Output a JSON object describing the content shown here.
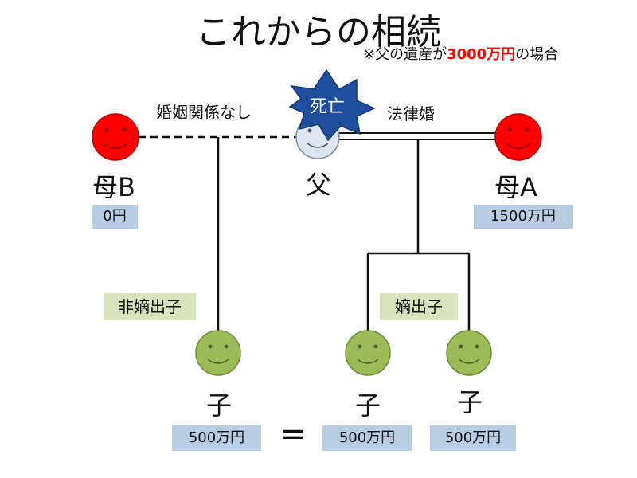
{
  "title": "これからの相続",
  "note": {
    "prefix": "※父の遺産が",
    "amount": "3000万円",
    "suffix": "の場合"
  },
  "father": {
    "label": "父",
    "badge": "死亡"
  },
  "relations": {
    "left": "婚姻関係なし",
    "right": "法律婚"
  },
  "mother_b": {
    "label": "母B",
    "share": "0円"
  },
  "mother_a": {
    "label": "母A",
    "share": "1500万円"
  },
  "child_tags": {
    "illegitimate": "非嫡出子",
    "legitimate": "嫡出子"
  },
  "children": [
    {
      "label": "子",
      "share": "500万円"
    },
    {
      "label": "子",
      "share": "500万円"
    },
    {
      "label": "子",
      "share": "500万円"
    }
  ],
  "equals": "=",
  "colors": {
    "mother_face": "#ff0000",
    "father_face": "#dce6f2",
    "child_face": "#9bbb59",
    "death_star": "#1f4e9c",
    "highlight": "#ff0000",
    "share_box": "#b8cce4",
    "tag_box": "#d7e4bd"
  }
}
